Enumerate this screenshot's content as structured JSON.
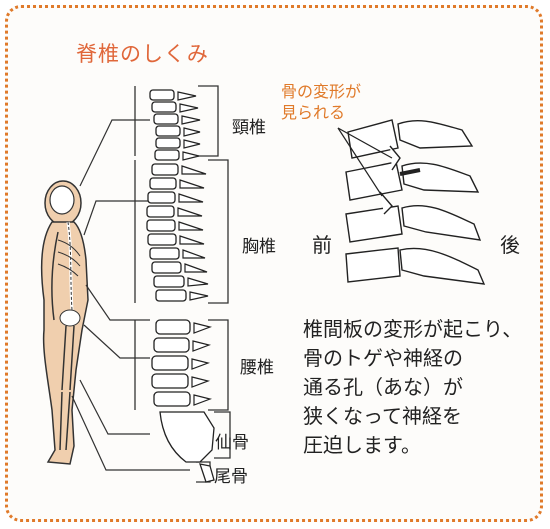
{
  "title": "脊椎のしくみ",
  "labels": {
    "cervical": "頸椎",
    "thoracic": "胸椎",
    "lumbar": "腰椎",
    "sacrum": "仙骨",
    "coccyx": "尾骨",
    "front": "前",
    "back": "後"
  },
  "note": {
    "line1": "骨の変形が",
    "line2": "見られる"
  },
  "description": [
    "椎間板の変形が起こり、",
    "骨のトゲや神経の",
    "通る孔（あな）が",
    "狭くなって神経を",
    "圧迫します。"
  ],
  "colors": {
    "frame": "#e07a2a",
    "title": "#e0673a",
    "body_fill": "#f0cfae",
    "note": "#e07a2a"
  }
}
